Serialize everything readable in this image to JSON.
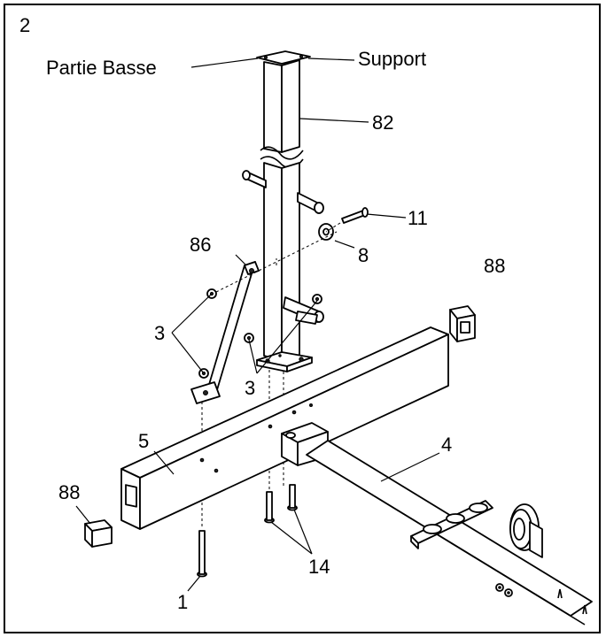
{
  "step_number": "2",
  "labels": {
    "partie_basse": "Partie Basse",
    "support": "Support",
    "p82": "82",
    "p11": "11",
    "p86": "86",
    "p8": "8",
    "p88_right": "88",
    "p3_left": "3",
    "p3_center": "3",
    "p5": "5",
    "p4": "4",
    "p88_left": "88",
    "p1": "1",
    "p14": "14"
  }
}
